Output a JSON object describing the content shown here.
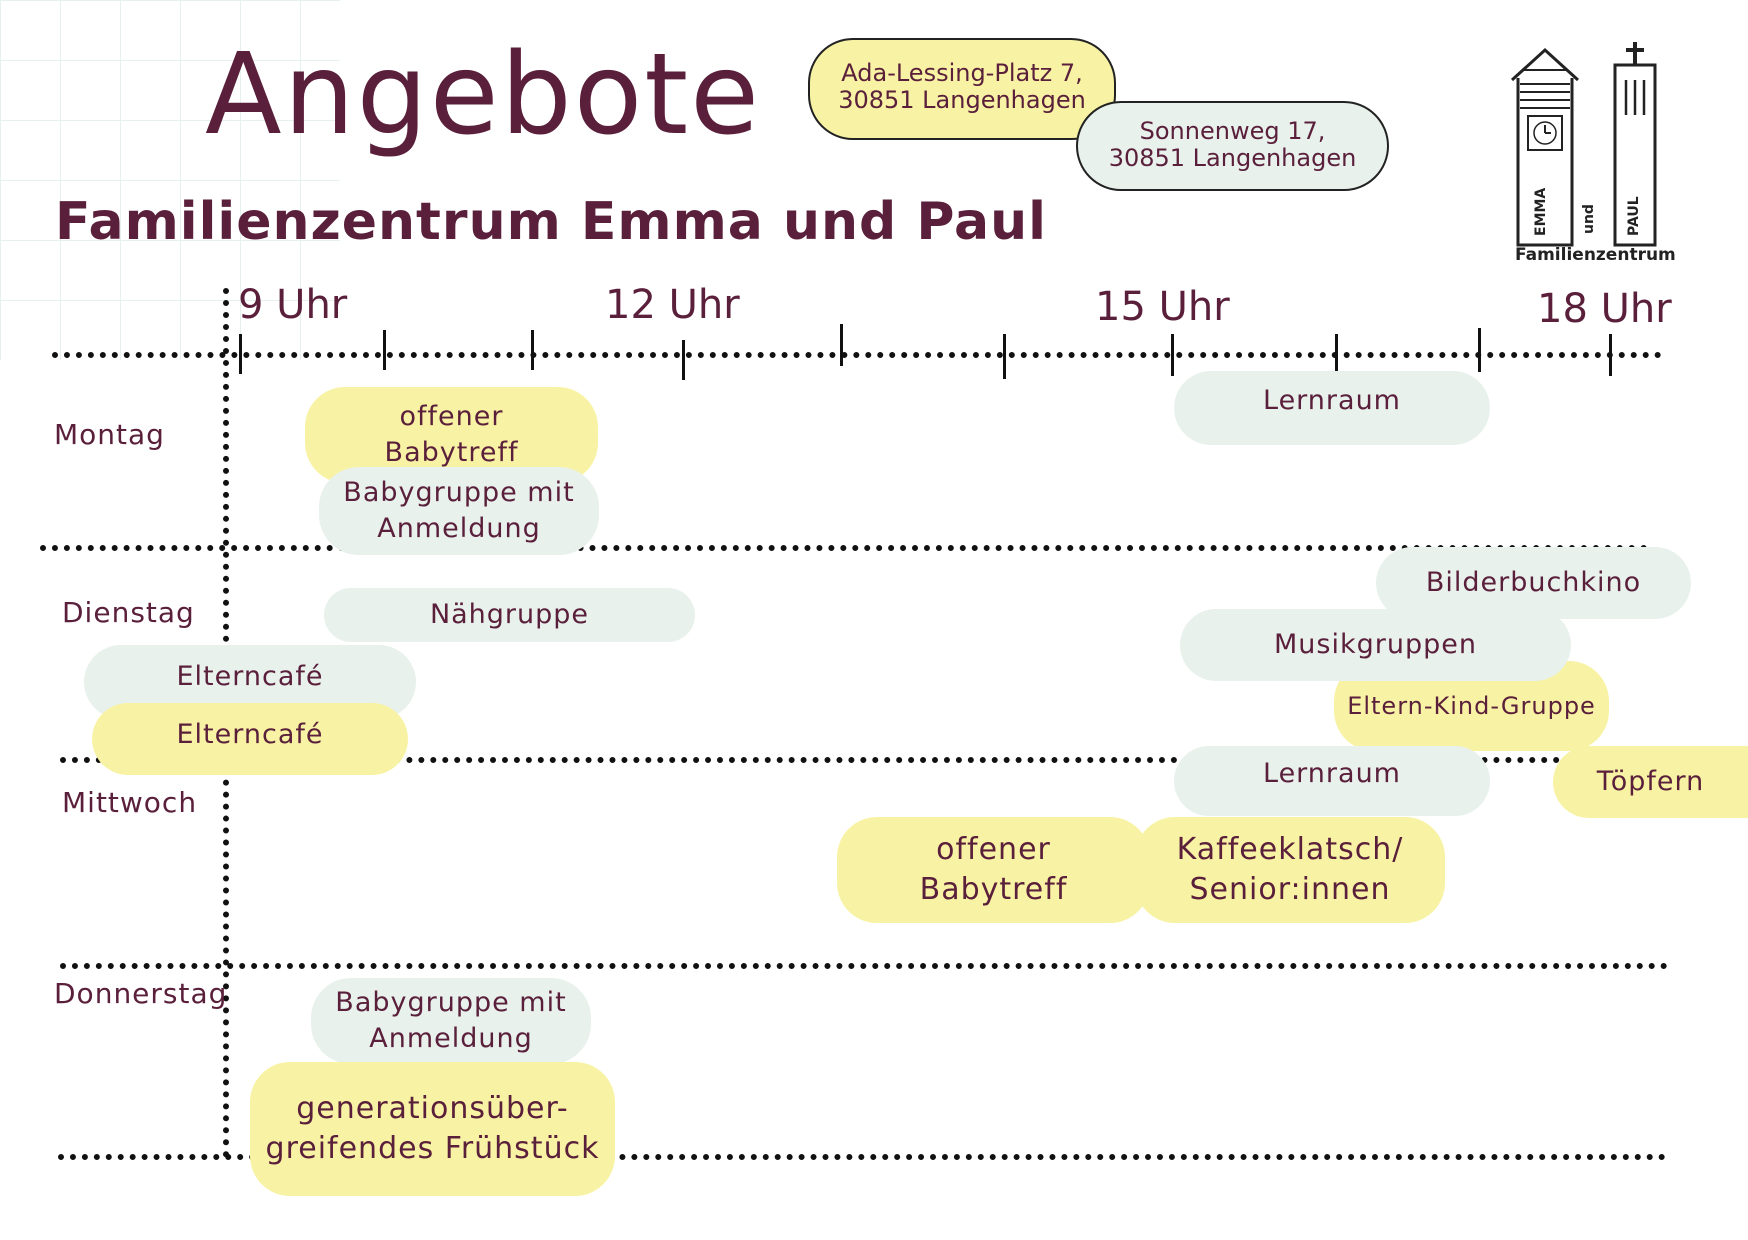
{
  "header": {
    "title": "Angebote",
    "subtitle": "Familienzentrum Emma und Paul"
  },
  "addresses": [
    {
      "text": "Ada-Lessing-Platz 7,\n30851 Langenhagen"
    },
    {
      "text": "Sonnenweg 17,\n30851 Langenhagen"
    }
  ],
  "logo": {
    "left_label": "EMMA",
    "middle_label": "und",
    "right_label": "PAUL",
    "caption": "Familienzentrum"
  },
  "timeline": {
    "hours": [
      "9 Uhr",
      "12 Uhr",
      "15 Uhr",
      "18 Uhr"
    ]
  },
  "days": [
    "Montag",
    "Dienstag",
    "Mittwoch",
    "Donnerstag"
  ],
  "offers": {
    "montag": {
      "offener_babytreff": "offener\nBabytreff",
      "babygruppe": "Babygruppe mit\nAnmeldung",
      "lernraum": "Lernraum"
    },
    "dienstag": {
      "naehgruppe": "Nähgruppe",
      "elterncafe_1": "Elterncafé",
      "elterncafe_2": "Elterncafé",
      "bilderbuchkino": "Bilderbuchkino",
      "musikgruppen": "Musikgruppen",
      "eltern_kind_gruppe": "Eltern-Kind-Gruppe"
    },
    "mittwoch": {
      "lernraum": "Lernraum",
      "toepfern": "Töpfern",
      "offener_babytreff": "offener\nBabytreff",
      "kaffeeklatsch": "Kaffeeklatsch/\nSenior:innen"
    },
    "donnerstag": {
      "babygruppe": "Babygruppe mit\nAnmeldung",
      "fruehstueck": "generationsüber-\ngreifendes Frühstück"
    }
  },
  "colors": {
    "text": "#5a1f3a",
    "yellow_pill": "#f8f3a4",
    "green_pill": "#e8f1ec",
    "grid_line": "#111111"
  }
}
